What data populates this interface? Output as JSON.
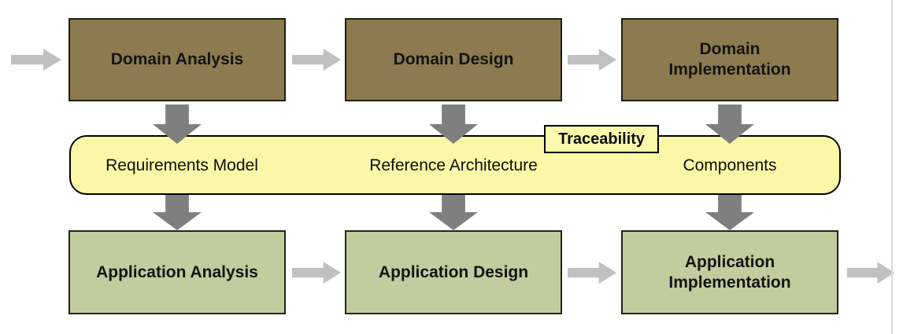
{
  "diagram": {
    "top_row": [
      {
        "label": "Domain Analysis"
      },
      {
        "label": "Domain Design"
      },
      {
        "label": "Domain Implementation"
      }
    ],
    "band": {
      "traceability_label": "Traceability",
      "items": [
        {
          "label": "Requirements Model"
        },
        {
          "label": "Reference Architecture"
        },
        {
          "label": "Components"
        }
      ]
    },
    "bottom_row": [
      {
        "label": "Application Analysis"
      },
      {
        "label": "Application Design"
      },
      {
        "label": "Application Implementation"
      }
    ]
  },
  "colors": {
    "domain_box_bg": "#8C7B4F",
    "domain_box_border": "#201c10",
    "app_box_bg": "#C0CD9E",
    "app_box_border": "#20261a",
    "band_bg": "#FAF8A6",
    "band_border": "#000000",
    "traceability_bg": "#FBF9AC",
    "down_arrow": "#7F7F7F",
    "side_arrow": "#C0C0C0",
    "page_edge": "#D9D9D9"
  }
}
